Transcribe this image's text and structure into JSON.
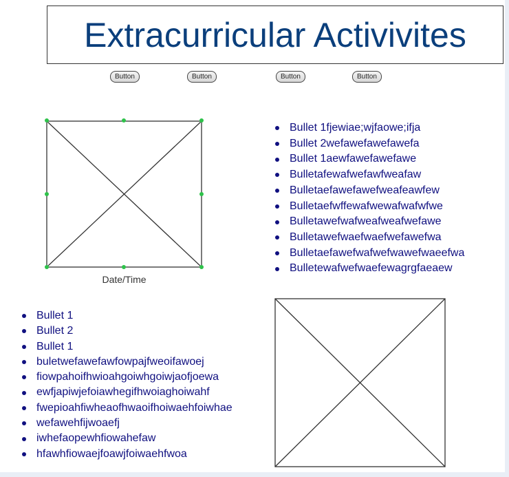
{
  "title": "Extracurricular Activivites",
  "buttons": [
    {
      "label": "Button"
    },
    {
      "label": "Button"
    },
    {
      "label": "Button"
    },
    {
      "label": "Button"
    }
  ],
  "image_caption": "Date/Time",
  "right_list": [
    "Bullet 1fjewiae;wjfaowe;ifja",
    "Bullet 2wefawefawefawefa",
    "Bullet 1aewfawefawefawe",
    "Bulletafewafwefawfweafaw",
    "Bulletaefawefawefweafeawfew",
    "Bulletaefwffewafwewafwafwfwe",
    "Bulletawefwafweafweafwefawe",
    "Bulletawefwaefwaefwefawefwa",
    "Bulletaefawefwafwefwawefwaeefwa",
    "Bulletewafwefwaefewagrgfaeaew"
  ],
  "left_list": [
    "Bullet 1",
    "Bullet 2",
    "Bullet 1",
    "buletwefawefawfowpajfweoifawoej",
    "fiowpahoifhwioahgoiwhgoiwjaofjoewa",
    "ewfjapiwjefoiawhegifhwoiaghoiwahf",
    "fwepioahfiwheaofhwaoifhoiwaehfoiwhae",
    "wefawehfijwoaefj",
    "iwhefaopewhfiowahefaw",
    "hfawhfiowaejfoawjfoiwaehfwoa"
  ],
  "colors": {
    "title": "#0b3f7c",
    "bullet_text": "#101080",
    "selection_handle": "#2ec24a",
    "background": "#e9eef6"
  }
}
